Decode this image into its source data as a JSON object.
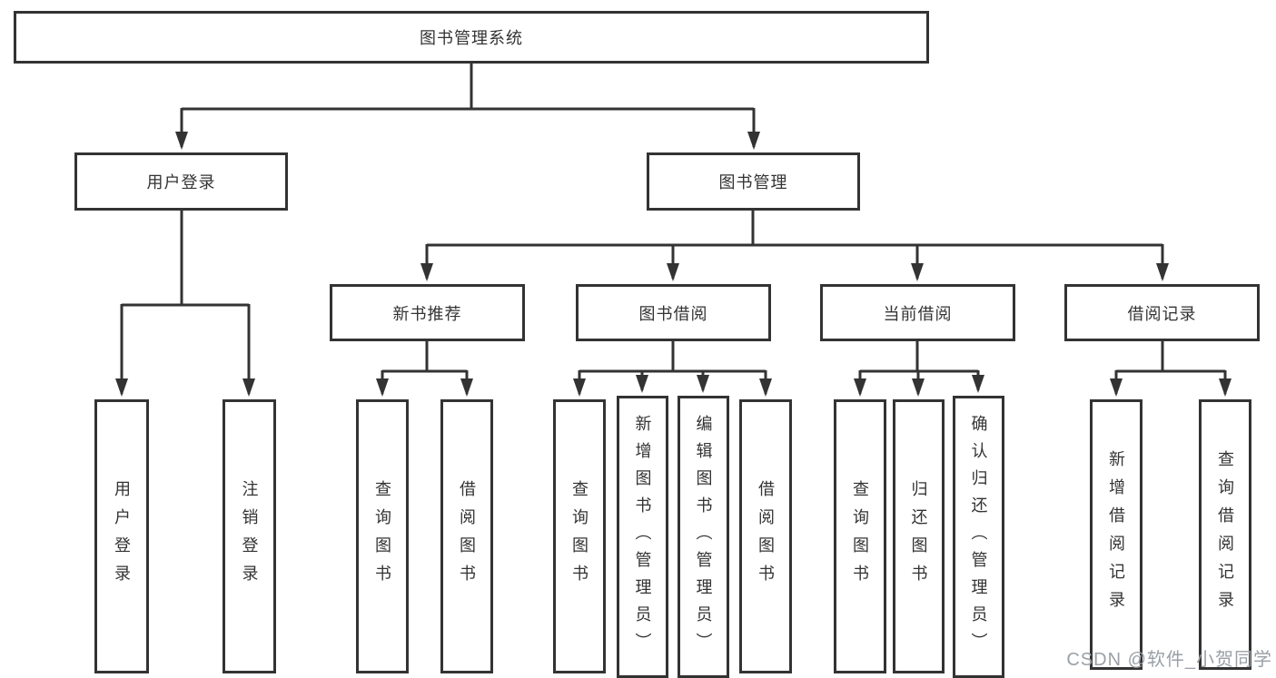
{
  "diagram": {
    "title": "图书管理系统",
    "root": {
      "label": "图书管理系统"
    },
    "branches": [
      {
        "label": "用户登录",
        "children": [
          {
            "label": "用户登录"
          },
          {
            "label": "注销登录"
          }
        ]
      },
      {
        "label": "图书管理",
        "children": [
          {
            "label": "新书推荐",
            "children": [
              {
                "label": "查询图书"
              },
              {
                "label": "借阅图书"
              }
            ]
          },
          {
            "label": "图书借阅",
            "children": [
              {
                "label": "查询图书"
              },
              {
                "label": "新增图书（管理员）"
              },
              {
                "label": "编辑图书（管理员）"
              },
              {
                "label": "借阅图书"
              }
            ]
          },
          {
            "label": "当前借阅",
            "children": [
              {
                "label": "查询图书"
              },
              {
                "label": "归还图书"
              },
              {
                "label": "确认归还（管理员）"
              }
            ]
          },
          {
            "label": "借阅记录",
            "children": [
              {
                "label": "新增借阅记录"
              },
              {
                "label": "查询借阅记录"
              }
            ]
          }
        ]
      }
    ]
  },
  "watermark": {
    "text": "CSDN @软件_小贺同学",
    "color": "#9aa0a6"
  },
  "colors": {
    "line": "#333333",
    "box_border": "#333333",
    "box_fill": "#ffffff",
    "text": "#333333"
  }
}
